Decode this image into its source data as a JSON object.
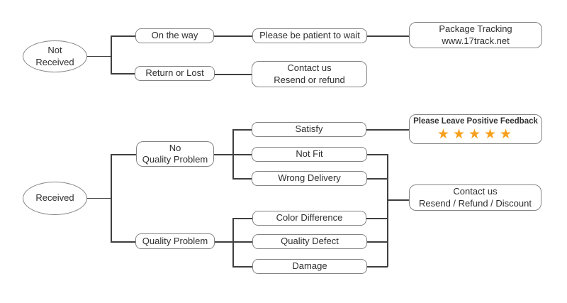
{
  "colors": {
    "border": "#848484",
    "line": "#3f3f3f",
    "text": "#2e2e2e",
    "star": "#F7A01E",
    "bg": "#ffffff"
  },
  "top_flow": {
    "root_line1": "Not",
    "root_line2": "Received",
    "on_the_way": "On the way",
    "return_or_lost": "Return or Lost",
    "be_patient": "Please be patient to wait",
    "contact_line1": "Contact us",
    "contact_line2": "Resend or refund",
    "tracking_line1": "Package Tracking",
    "tracking_line2": "www.17track.net"
  },
  "bottom_flow": {
    "root": "Received",
    "no_quality_line1": "No",
    "no_quality_line2": "Quality Problem",
    "quality_problem": "Quality Problem",
    "satisfy": "Satisfy",
    "not_fit": "Not Fit",
    "wrong_delivery": "Wrong Delivery",
    "color_difference": "Color Difference",
    "quality_defect": "Quality Defect",
    "damage": "Damage",
    "feedback_label": "Please Leave Positive Feedback",
    "feedback_stars": "★★★★★",
    "contact_line1": "Contact us",
    "contact_line2": "Resend / Refund / Discount"
  }
}
